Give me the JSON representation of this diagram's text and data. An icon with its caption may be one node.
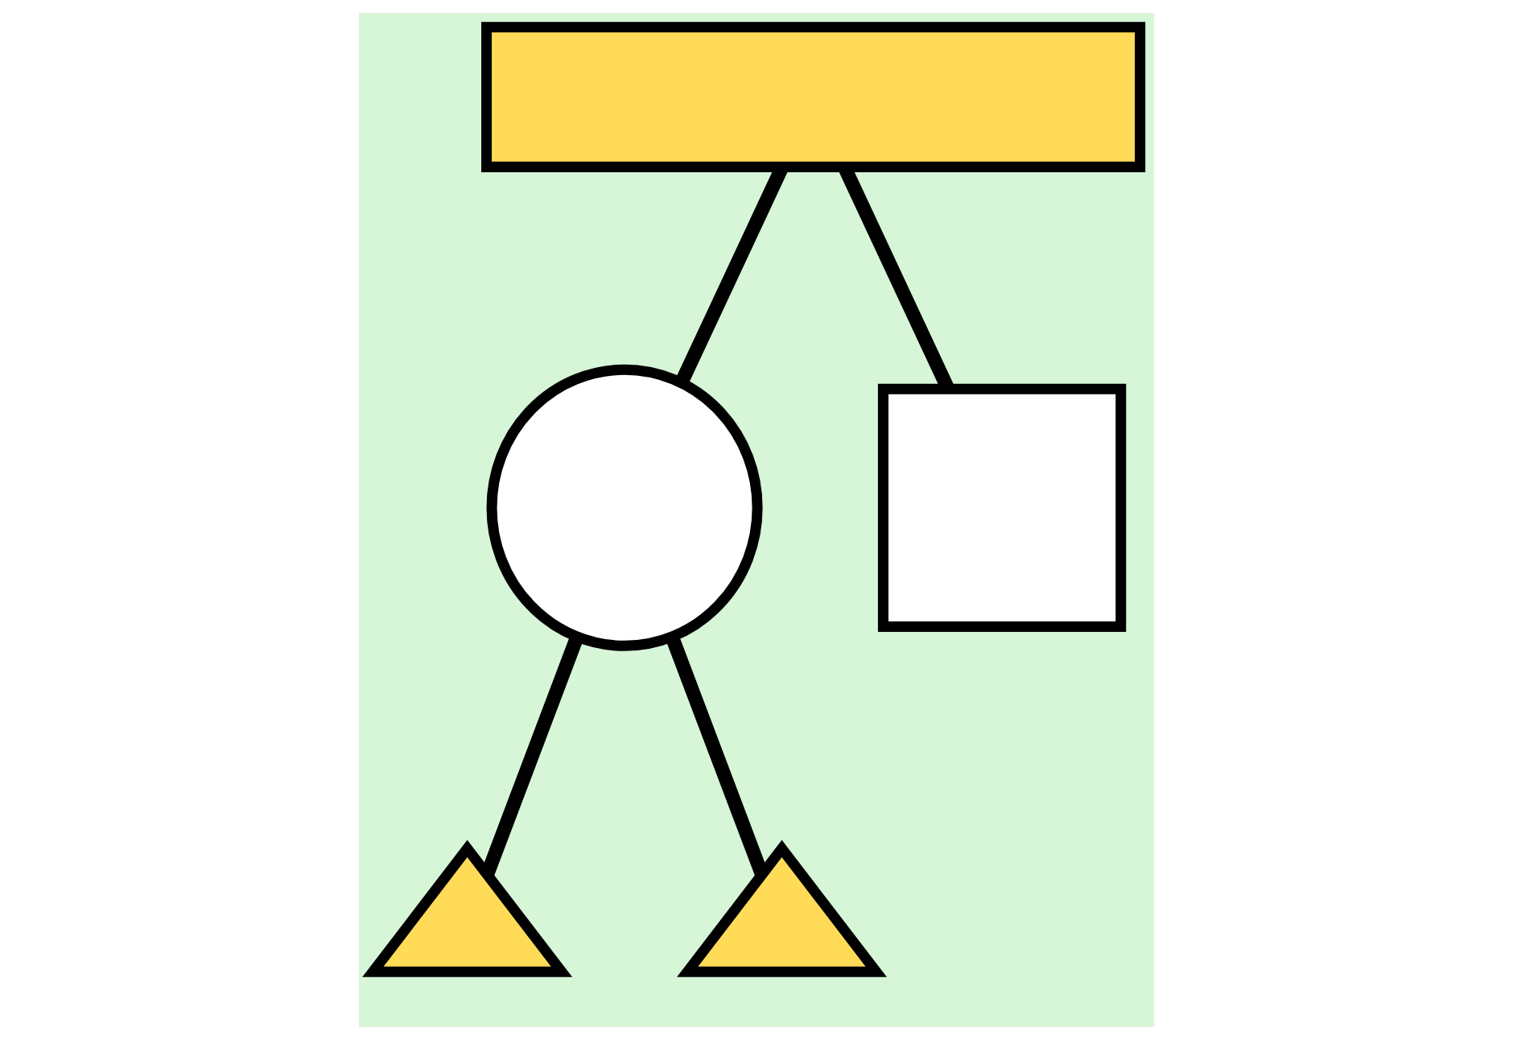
{
  "diagram": {
    "nodes": [
      {
        "text": [],
        "shape": "bar"
      },
      {
        "text": [],
        "shape": "circle"
      },
      {
        "text": [],
        "shape": "triangle"
      },
      {
        "text": [],
        "shape": "triangle"
      },
      {
        "text": [],
        "shape": "box"
      }
    ],
    "edges": [
      {
        "from": 0,
        "to": 1,
        "arrow": "none"
      },
      {
        "from": 1,
        "to": 2,
        "arrow": "none"
      },
      {
        "from": 1,
        "to": 3,
        "arrow": "none"
      },
      {
        "from": 0,
        "to": 4,
        "arrow": "none"
      }
    ]
  }
}
